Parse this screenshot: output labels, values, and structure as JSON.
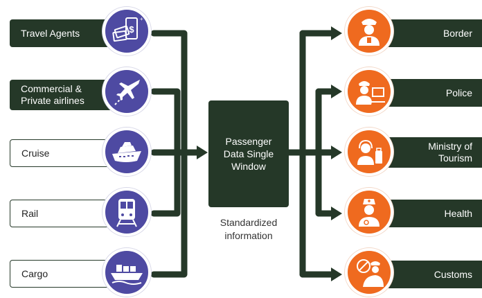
{
  "sources": [
    {
      "label": "Travel Agents",
      "icon": "mobile-payment-icon"
    },
    {
      "label": "Commercial & Private airlines",
      "icon": "airplane-icon"
    },
    {
      "label": "Cruise",
      "icon": "cruise-ship-icon"
    },
    {
      "label": "Rail",
      "icon": "train-icon"
    },
    {
      "label": "Cargo",
      "icon": "cargo-ship-icon"
    }
  ],
  "hub": {
    "title": "Passenger\nData Single\nWindow",
    "caption": "Standardized\ninformation"
  },
  "destinations": [
    {
      "label": "Border",
      "icon": "border-officer-icon"
    },
    {
      "label": "Police",
      "icon": "police-officer-icon"
    },
    {
      "label": "Ministry of Tourism",
      "icon": "tourism-agent-icon"
    },
    {
      "label": "Health",
      "icon": "nurse-icon"
    },
    {
      "label": "Customs",
      "icon": "customs-officer-icon"
    }
  ],
  "colors": {
    "dark_green": "#253828",
    "source_circle": "#4e4aa2",
    "destination_circle": "#ef6a1f"
  }
}
